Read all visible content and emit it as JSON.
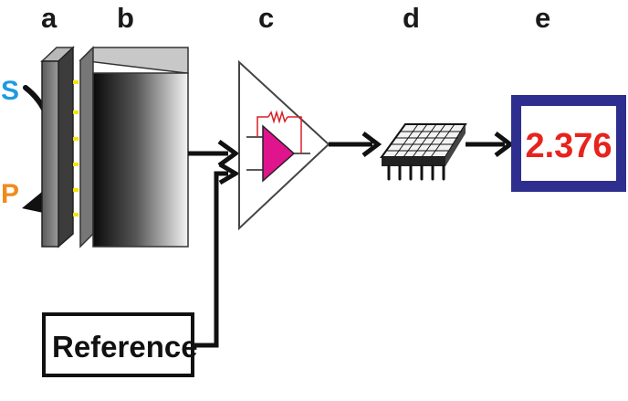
{
  "labels": {
    "a": "a",
    "b": "b",
    "c": "c",
    "d": "d",
    "e": "e"
  },
  "substrate_label": "S",
  "product_label": "P",
  "reference_label": "Reference",
  "readout_value": "2.376",
  "colors": {
    "substrate": "#1e9be0",
    "product": "#f28a1c",
    "readout_text": "#e8231d",
    "readout_frame": "#2e2e8f",
    "op_amp": "#e0148c",
    "feedback_resistor": "#d81f26",
    "electrode_dots": "#f5e400"
  },
  "icons": {
    "a": "bio-recognition-layer-icon",
    "b": "transducer-block-icon",
    "c": "amplifier-icon",
    "d": "microprocessor-chip-icon",
    "e": "digital-display-icon"
  }
}
